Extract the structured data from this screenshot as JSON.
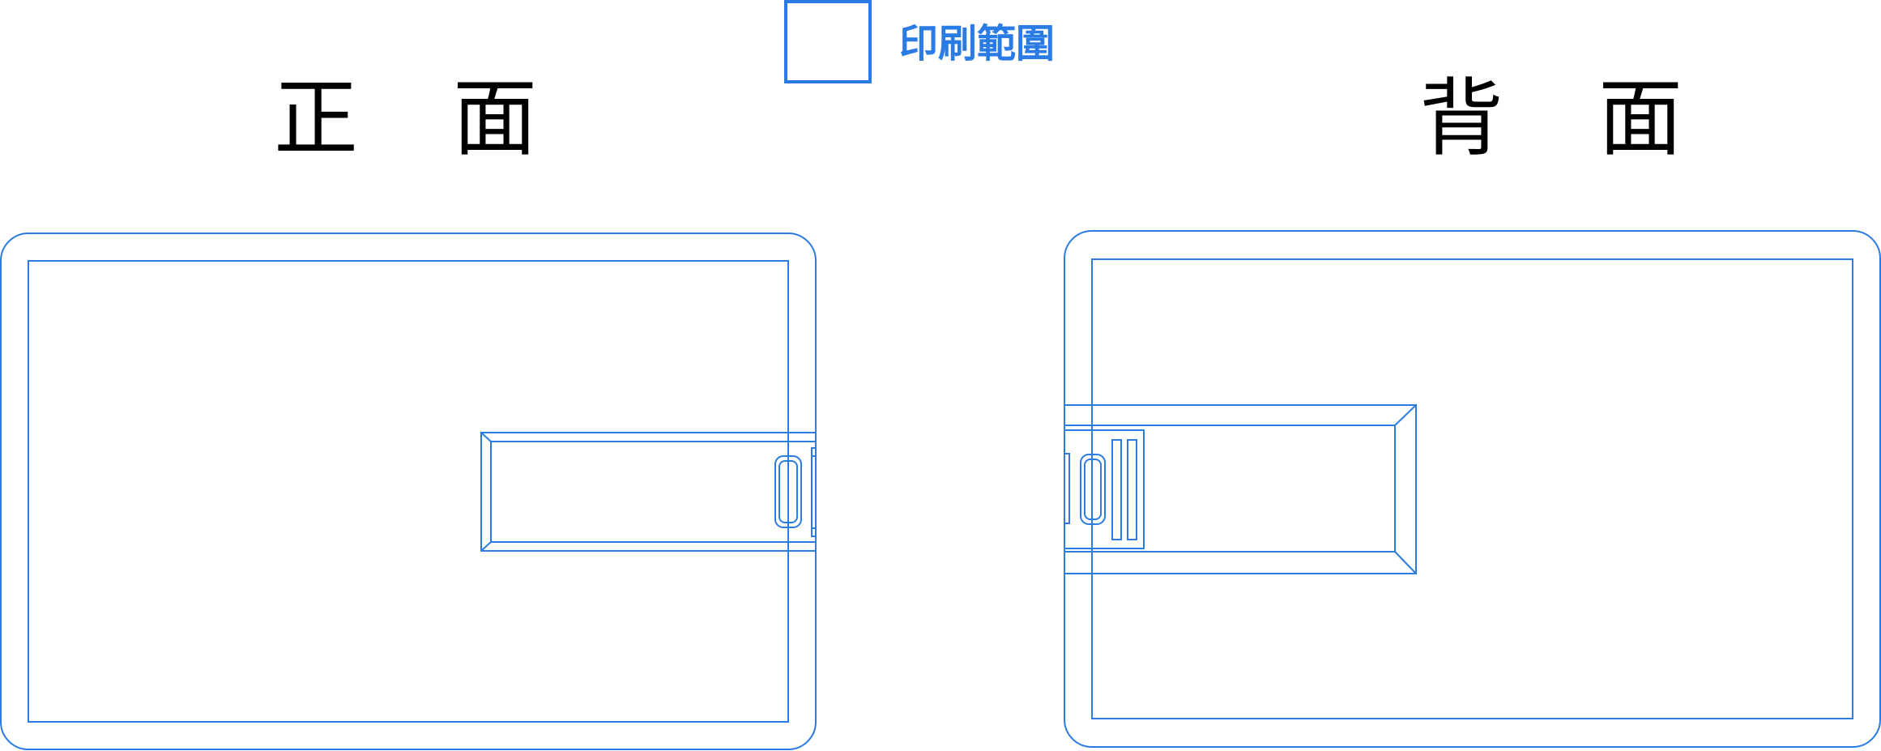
{
  "legend": {
    "label": "印刷範圍"
  },
  "front": {
    "title": "正 面"
  },
  "back": {
    "title": "背 面"
  },
  "colors": {
    "outline": "#2A7BE4",
    "text": "#000000",
    "background": "#ffffff"
  }
}
